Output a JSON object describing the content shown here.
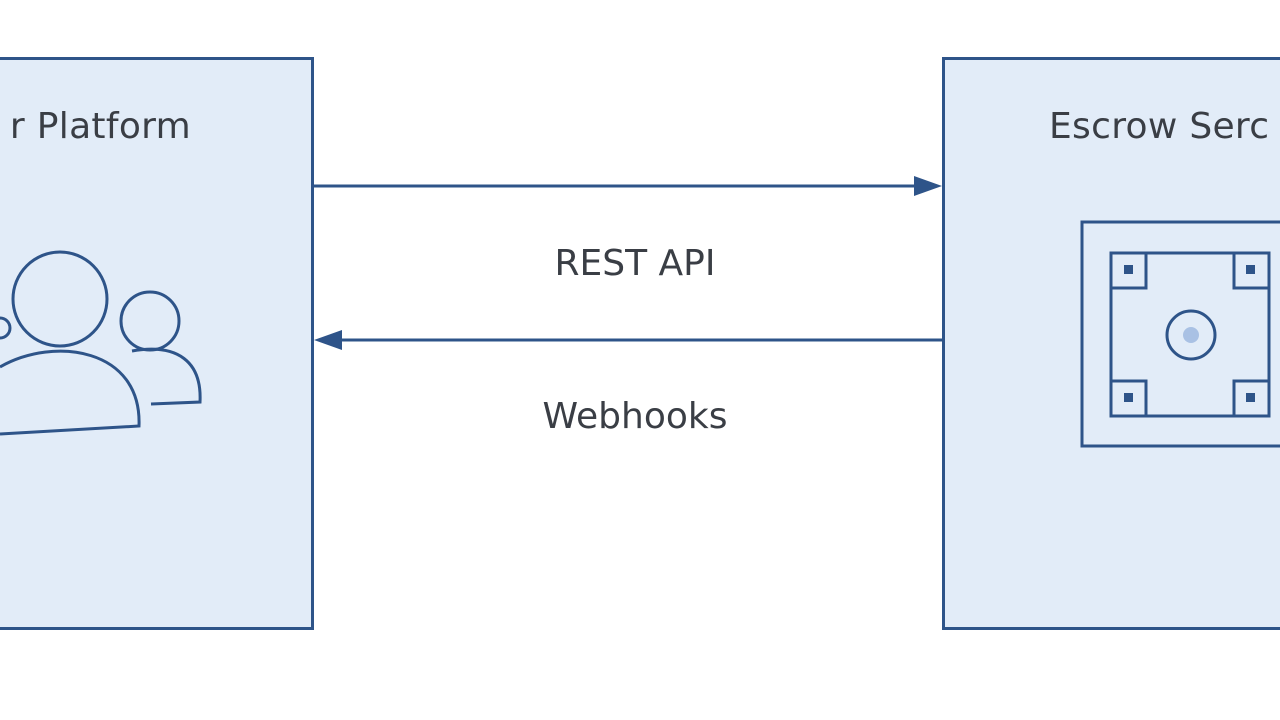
{
  "diagram": {
    "nodes": {
      "left": {
        "title": "r Platform",
        "icon": "users-group-icon"
      },
      "right": {
        "title": "Escrow Serc",
        "icon": "vault-safe-icon"
      }
    },
    "connectors": {
      "top": {
        "label": "REST API",
        "direction": "to-right"
      },
      "bottom": {
        "label": "Webhooks",
        "direction": "to-left"
      }
    },
    "colors": {
      "node_fill": "#e2ecf8",
      "stroke": "#2e5489",
      "text": "#3a3e45",
      "icon_accent": "#a9c1e4"
    }
  }
}
